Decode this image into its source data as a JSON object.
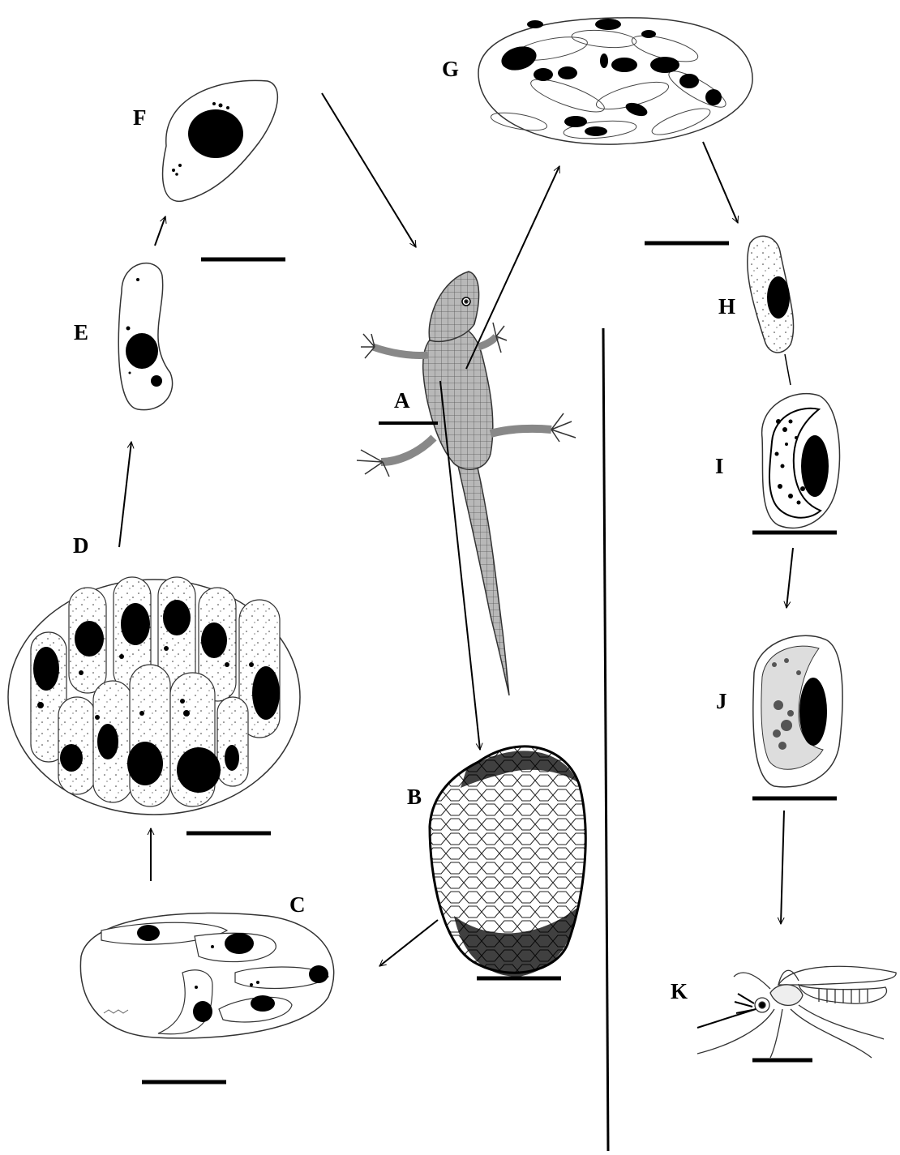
{
  "figure": {
    "stage_labels": {
      "A": "A",
      "B": "B",
      "C": "C",
      "D": "D",
      "E": "E",
      "F": "F",
      "G": "G",
      "H": "H",
      "I": "I",
      "J": "J",
      "K": "K"
    },
    "colors": {
      "ink": "#000000",
      "lizard_fill": "#b5b5b5",
      "nucleus": "#000000",
      "background": "#ffffff"
    },
    "stage_subjects": {
      "A": "lizard-host",
      "B": "tissue-cyst",
      "C": "early-meront",
      "D": "mature-meront",
      "E": "merozoite",
      "F": "merozoite-rounded",
      "G": "macromeront",
      "H": "gametocyte-young",
      "I": "gametocyte-mature",
      "J": "gametocyte-in-erythrocyte",
      "K": "mosquito-vector"
    }
  }
}
